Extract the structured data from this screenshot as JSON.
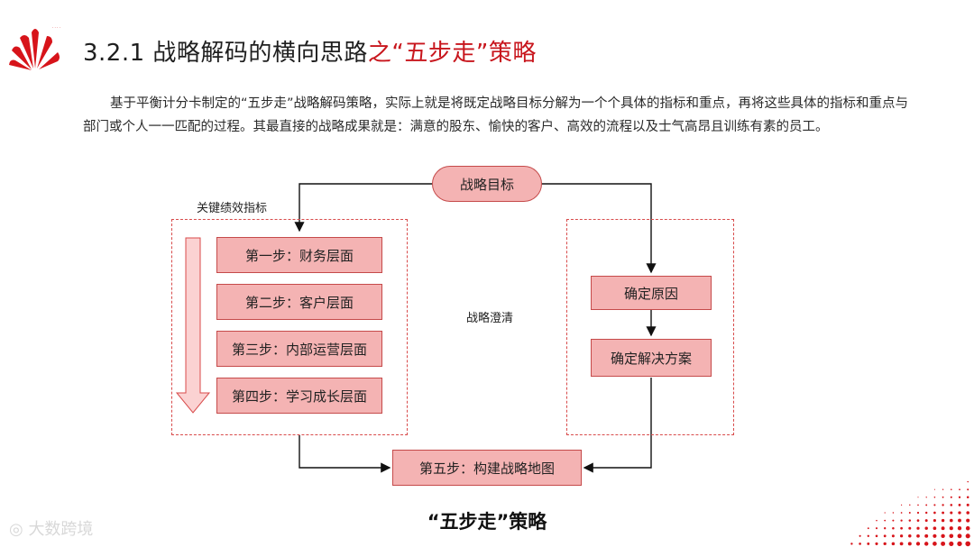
{
  "header": {
    "title_main": "3.2.1 战略解码的横向思路",
    "title_highlight": "之“五步走”策略"
  },
  "intro": "基于平衡计分卡制定的“五步走”战略解码策略，实际上就是将既定战略目标分解为一个个具体的指标和重点，再将这些具体的指标和重点与部门或个人一一匹配的过程。其最直接的战略成果就是：满意的股东、愉快的客户、高效的流程以及士气高昂且训练有素的员工。",
  "diagram": {
    "top_node": "战略目标",
    "left_group_label": "关键绩效指标",
    "left_steps": [
      "第一步：财务层面",
      "第二步：客户层面",
      "第三步：内部运营层面",
      "第四步：学习成长层面"
    ],
    "center_label": "战略澄清",
    "right_steps": [
      "确定原因",
      "确定解决方案"
    ],
    "bottom_node": "第五步：构建战略地图"
  },
  "caption": "“五步走”策略",
  "watermark": "大数跨境",
  "colors": {
    "accent": "#c8161d",
    "box_fill": "#f4b3b3",
    "box_border": "#c54a4a"
  }
}
